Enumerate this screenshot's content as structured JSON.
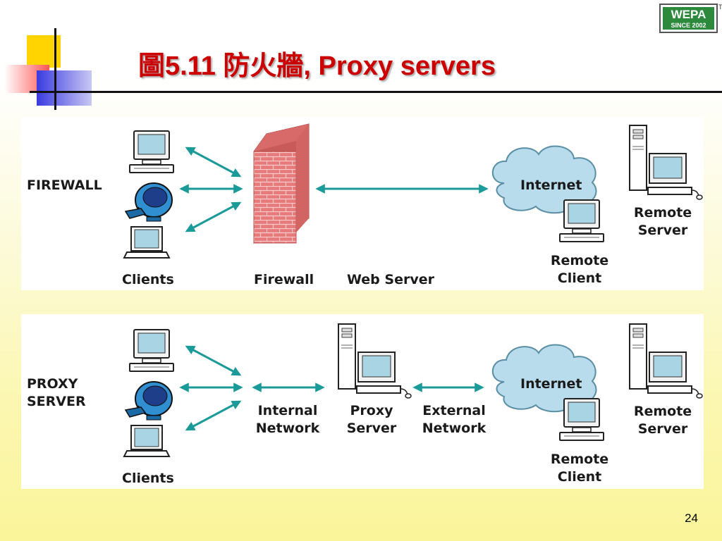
{
  "title": "圖5.11 防火牆, Proxy servers",
  "logo": {
    "brand": "WEPA",
    "tagline": "SINCE 2002",
    "tm": "TM"
  },
  "page_number": "24",
  "firewall_diagram": {
    "section_label": "FIREWALL",
    "clients_label": "Clients",
    "firewall_label": "Firewall",
    "web_server_label": "Web Server",
    "internet_label": "Internet",
    "remote_server_label": [
      "Remote",
      "Server"
    ],
    "remote_client_label": [
      "Remote",
      "Client"
    ]
  },
  "proxy_diagram": {
    "section_label": [
      "PROXY",
      "SERVER"
    ],
    "clients_label": "Clients",
    "internal_network_label": [
      "Internal",
      "Network"
    ],
    "proxy_server_label": [
      "Proxy",
      "Server"
    ],
    "external_network_label": [
      "External",
      "Network"
    ],
    "internet_label": "Internet",
    "remote_server_label": [
      "Remote",
      "Server"
    ],
    "remote_client_label": [
      "Remote",
      "Client"
    ]
  },
  "colors": {
    "title": "#cc0000",
    "arrow": "#1a9a98",
    "cloud": "#b8dcec",
    "brick": "#e07878"
  }
}
